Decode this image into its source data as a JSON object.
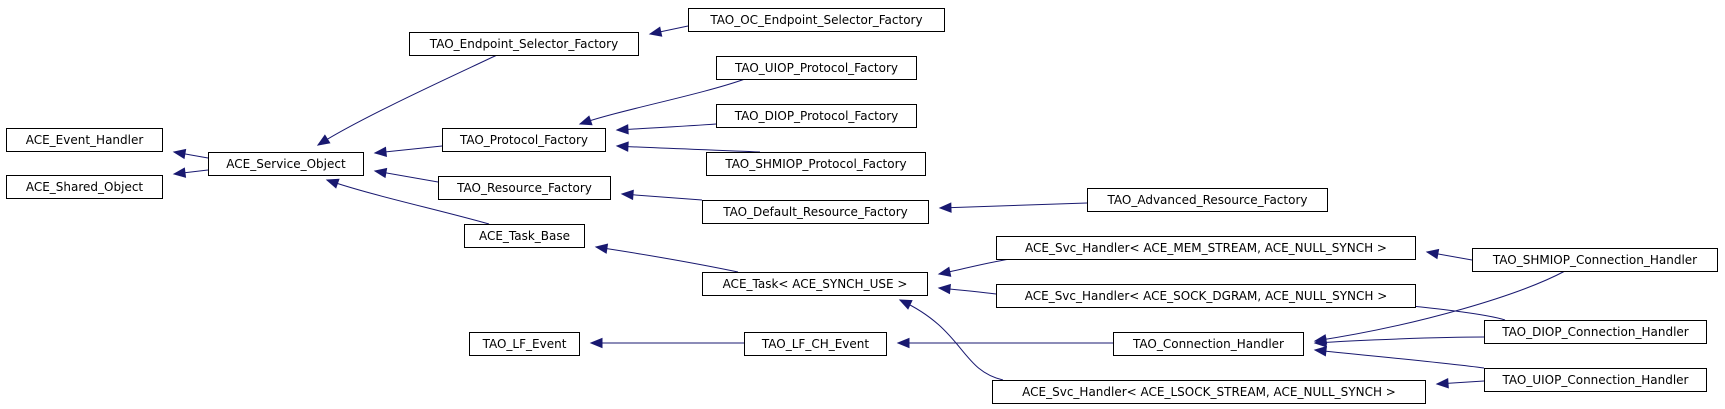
{
  "diagram": {
    "nodes": [
      {
        "id": "ace_event_handler",
        "label": "ACE_Event_Handler"
      },
      {
        "id": "ace_shared_object",
        "label": "ACE_Shared_Object"
      },
      {
        "id": "ace_service_object",
        "label": "ACE_Service_Object"
      },
      {
        "id": "tao_endpoint_selector_factory",
        "label": "TAO_Endpoint_Selector_Factory"
      },
      {
        "id": "tao_oc_endpoint_selector_factory",
        "label": "TAO_OC_Endpoint_Selector_Factory"
      },
      {
        "id": "tao_protocol_factory",
        "label": "TAO_Protocol_Factory"
      },
      {
        "id": "tao_uiop_protocol_factory",
        "label": "TAO_UIOP_Protocol_Factory"
      },
      {
        "id": "tao_diop_protocol_factory",
        "label": "TAO_DIOP_Protocol_Factory"
      },
      {
        "id": "tao_shmiop_protocol_factory",
        "label": "TAO_SHMIOP_Protocol_Factory"
      },
      {
        "id": "tao_resource_factory",
        "label": "TAO_Resource_Factory"
      },
      {
        "id": "tao_default_resource_factory",
        "label": "TAO_Default_Resource_Factory"
      },
      {
        "id": "tao_advanced_resource_factory",
        "label": "TAO_Advanced_Resource_Factory"
      },
      {
        "id": "ace_task_base",
        "label": "ACE_Task_Base"
      },
      {
        "id": "ace_task_synch_use",
        "label": "ACE_Task< ACE_SYNCH_USE >"
      },
      {
        "id": "ace_svc_handler_mem_stream",
        "label": "ACE_Svc_Handler< ACE_MEM_STREAM, ACE_NULL_SYNCH >"
      },
      {
        "id": "ace_svc_handler_sock_dgram",
        "label": "ACE_Svc_Handler< ACE_SOCK_DGRAM, ACE_NULL_SYNCH >"
      },
      {
        "id": "ace_svc_handler_lsock_stream",
        "label": "ACE_Svc_Handler< ACE_LSOCK_STREAM, ACE_NULL_SYNCH >"
      },
      {
        "id": "tao_shmiop_connection_handler",
        "label": "TAO_SHMIOP_Connection_Handler"
      },
      {
        "id": "tao_diop_connection_handler",
        "label": "TAO_DIOP_Connection_Handler"
      },
      {
        "id": "tao_uiop_connection_handler",
        "label": "TAO_UIOP_Connection_Handler"
      },
      {
        "id": "tao_connection_handler",
        "label": "TAO_Connection_Handler"
      },
      {
        "id": "tao_lf_event",
        "label": "TAO_LF_Event"
      },
      {
        "id": "tao_lf_ch_event",
        "label": "TAO_LF_CH_Event"
      }
    ],
    "edges": [
      {
        "from": "ace_service_object",
        "to": "ace_event_handler"
      },
      {
        "from": "ace_service_object",
        "to": "ace_shared_object"
      },
      {
        "from": "tao_endpoint_selector_factory",
        "to": "ace_service_object"
      },
      {
        "from": "tao_protocol_factory",
        "to": "ace_service_object"
      },
      {
        "from": "tao_resource_factory",
        "to": "ace_service_object"
      },
      {
        "from": "ace_task_base",
        "to": "ace_service_object"
      },
      {
        "from": "tao_oc_endpoint_selector_factory",
        "to": "tao_endpoint_selector_factory"
      },
      {
        "from": "tao_uiop_protocol_factory",
        "to": "tao_protocol_factory"
      },
      {
        "from": "tao_diop_protocol_factory",
        "to": "tao_protocol_factory"
      },
      {
        "from": "tao_shmiop_protocol_factory",
        "to": "tao_protocol_factory"
      },
      {
        "from": "tao_default_resource_factory",
        "to": "tao_resource_factory"
      },
      {
        "from": "tao_advanced_resource_factory",
        "to": "tao_default_resource_factory"
      },
      {
        "from": "ace_task_synch_use",
        "to": "ace_task_base"
      },
      {
        "from": "ace_svc_handler_mem_stream",
        "to": "ace_task_synch_use"
      },
      {
        "from": "ace_svc_handler_sock_dgram",
        "to": "ace_task_synch_use"
      },
      {
        "from": "ace_svc_handler_lsock_stream",
        "to": "ace_task_synch_use"
      },
      {
        "from": "tao_shmiop_connection_handler",
        "to": "ace_svc_handler_mem_stream"
      },
      {
        "from": "tao_shmiop_connection_handler",
        "to": "tao_connection_handler"
      },
      {
        "from": "tao_diop_connection_handler",
        "to": "ace_svc_handler_sock_dgram"
      },
      {
        "from": "tao_diop_connection_handler",
        "to": "tao_connection_handler"
      },
      {
        "from": "tao_uiop_connection_handler",
        "to": "tao_connection_handler"
      },
      {
        "from": "tao_uiop_connection_handler",
        "to": "ace_svc_handler_lsock_stream"
      },
      {
        "from": "tao_connection_handler",
        "to": "tao_lf_ch_event"
      },
      {
        "from": "tao_lf_ch_event",
        "to": "tao_lf_event"
      }
    ],
    "colors": {
      "edge": "#191970",
      "node_border": "#000000",
      "node_fill": "#ffffff",
      "text": "#000000"
    }
  }
}
